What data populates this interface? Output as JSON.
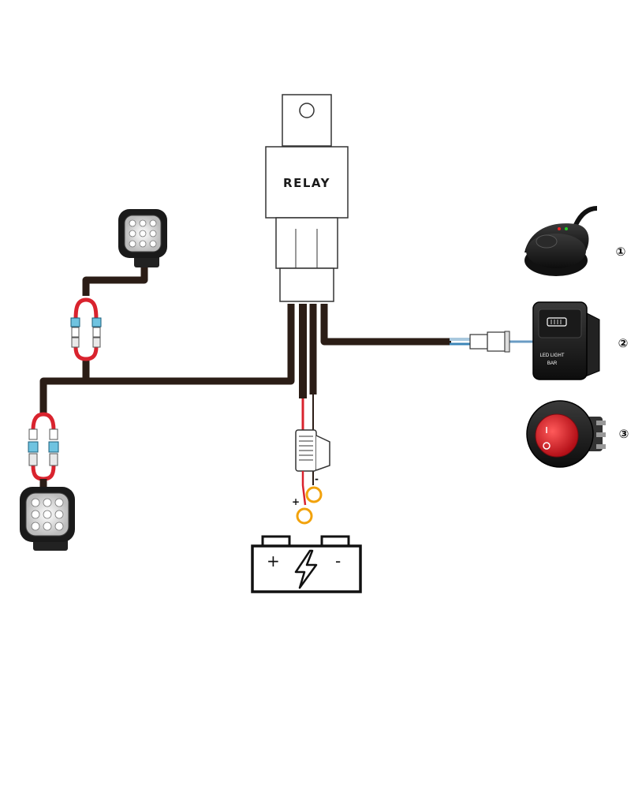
{
  "relay": {
    "label": "RELAY"
  },
  "switches": [
    {
      "number": "①",
      "kind": "remote push button"
    },
    {
      "number": "②",
      "kind": "rocker switch",
      "label_line1": "LED LIGHT",
      "label_line2": "BAR"
    },
    {
      "number": "③",
      "kind": "round rocker switch"
    }
  ],
  "fuse_leads": {
    "positive": "+",
    "negative": "-"
  },
  "battery": {
    "positive": "+",
    "negative": "-"
  },
  "colors": {
    "wire": "#2b1d16",
    "wire_red": "#d9232e",
    "ring_terminal": "#f2a20c",
    "connector_blue": "#6fc3e0",
    "switch_red": "#e0202a",
    "white_wire": "#a8c8de"
  }
}
